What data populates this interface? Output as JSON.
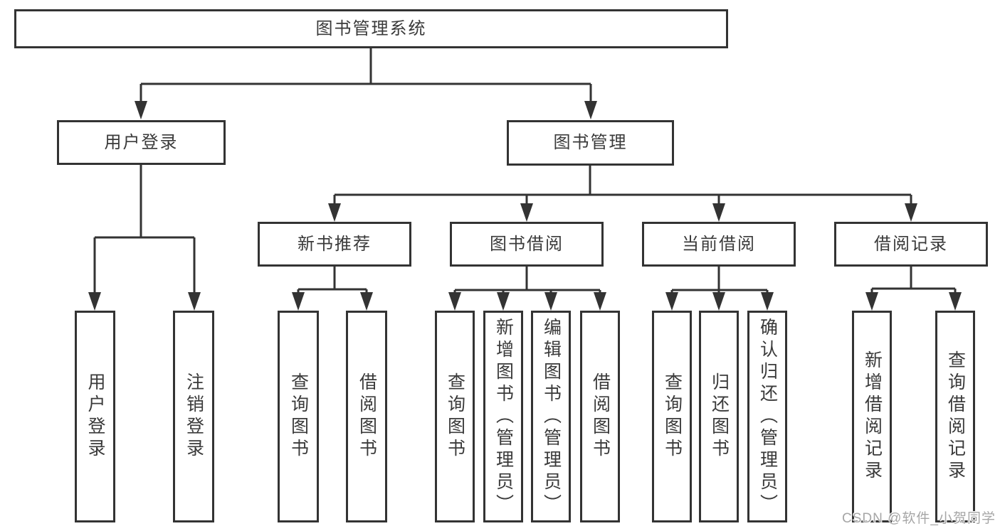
{
  "diagram_title": "图书管理系统",
  "tree": {
    "root": {
      "label": "图书管理系统"
    },
    "children": [
      {
        "label": "用户登录",
        "children": [
          {
            "label": "用户登录"
          },
          {
            "label": "注销登录"
          }
        ]
      },
      {
        "label": "图书管理",
        "children": [
          {
            "label": "新书推荐",
            "children": [
              {
                "label": "查询图书"
              },
              {
                "label": "借阅图书"
              }
            ]
          },
          {
            "label": "图书借阅",
            "children": [
              {
                "label": "查询图书"
              },
              {
                "label": "新增图书（管理员）"
              },
              {
                "label": "编辑图书（管理员）"
              },
              {
                "label": "借阅图书"
              }
            ]
          },
          {
            "label": "当前借阅",
            "children": [
              {
                "label": "查询图书"
              },
              {
                "label": "归还图书"
              },
              {
                "label": "确认归还（管理员）"
              }
            ]
          },
          {
            "label": "借阅记录",
            "children": [
              {
                "label": "新增借阅记录"
              },
              {
                "label": "查询借阅记录"
              }
            ]
          }
        ]
      }
    ]
  },
  "watermark": {
    "text": "CSDN @软件_小贺同学"
  },
  "colors": {
    "line": "#333333",
    "text": "#3a3a3a",
    "watermark": "#a6a6a6",
    "background": "#ffffff"
  }
}
